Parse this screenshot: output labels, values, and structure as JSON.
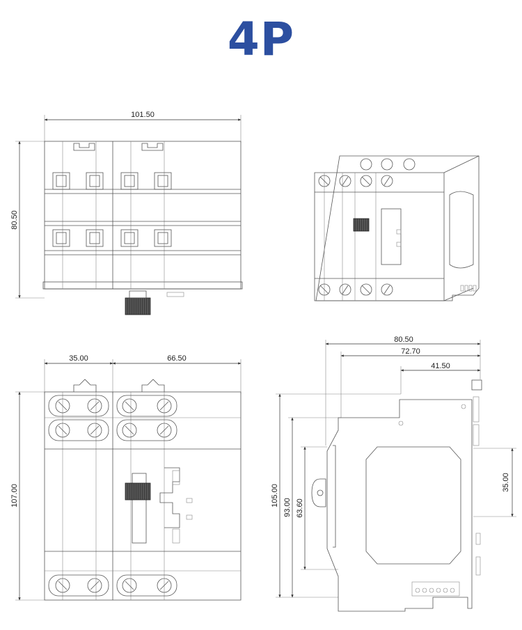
{
  "title": "4P",
  "colors": {
    "title": "#2c4fa0",
    "line": "#555555",
    "knob": "#444444"
  },
  "views": {
    "top": {
      "width": "101.50",
      "height": "80.50"
    },
    "front": {
      "left_width": "35.00",
      "right_width": "66.50",
      "height": "107.00"
    },
    "side": {
      "depth_total": "80.50",
      "depth_mid": "72.70",
      "depth_front": "41.50",
      "height_total": "105.00",
      "height_body": "93.00",
      "height_window": "63.60",
      "rail_height": "35.00"
    }
  }
}
